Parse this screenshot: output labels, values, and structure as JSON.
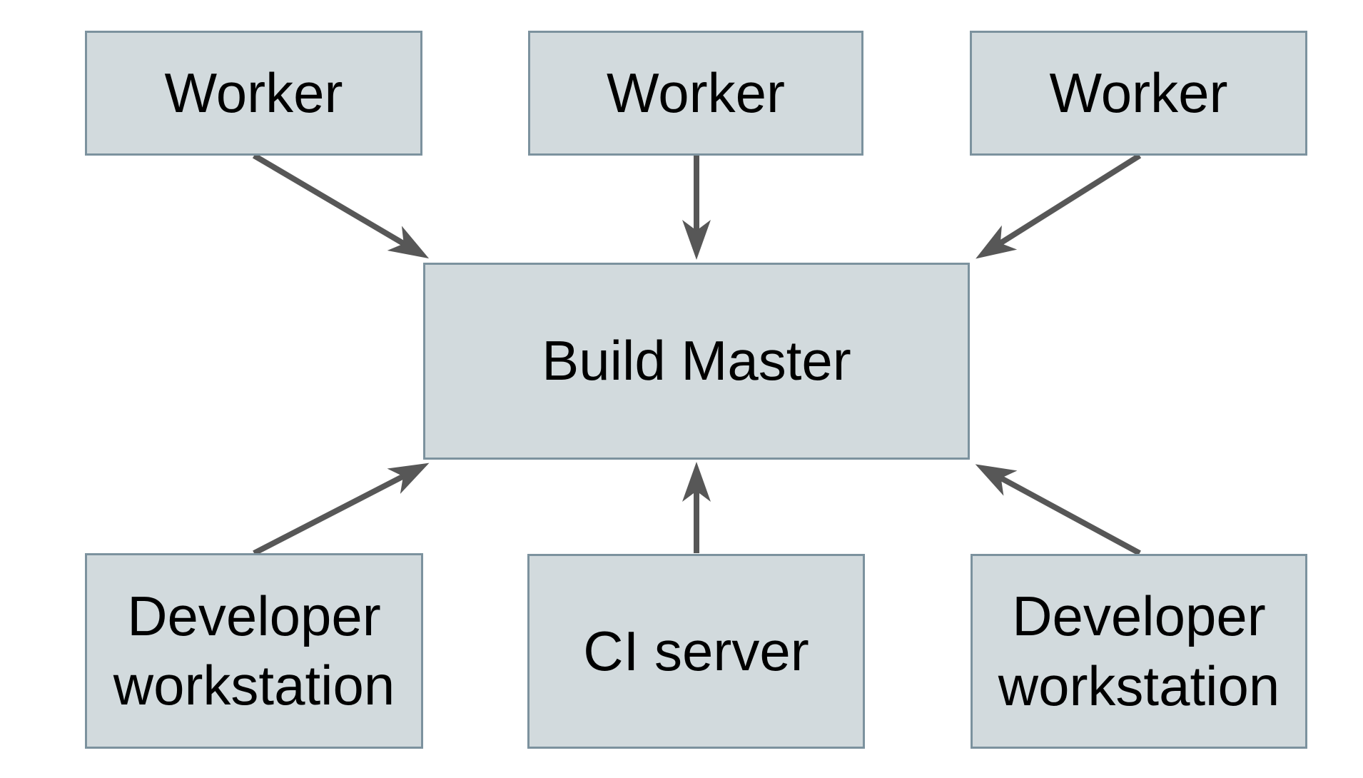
{
  "diagram": {
    "type": "architecture-diagram",
    "nodes": [
      {
        "id": "worker-1",
        "label": "Worker"
      },
      {
        "id": "worker-2",
        "label": "Worker"
      },
      {
        "id": "worker-3",
        "label": "Worker"
      },
      {
        "id": "build-master",
        "label": "Build Master"
      },
      {
        "id": "developer-workstation-left",
        "label": "Developer workstation"
      },
      {
        "id": "ci-server",
        "label": "CI server"
      },
      {
        "id": "developer-workstation-right",
        "label": "Developer workstation"
      }
    ],
    "edges": [
      {
        "from": "worker-1",
        "to": "build-master"
      },
      {
        "from": "worker-2",
        "to": "build-master"
      },
      {
        "from": "worker-3",
        "to": "build-master"
      },
      {
        "from": "developer-workstation-left",
        "to": "build-master"
      },
      {
        "from": "ci-server",
        "to": "build-master"
      },
      {
        "from": "developer-workstation-right",
        "to": "build-master"
      }
    ],
    "colors": {
      "node_fill": "#d2dadd",
      "node_border": "#7c929e",
      "arrow": "#575757",
      "text": "#000000",
      "background": "#ffffff"
    }
  }
}
